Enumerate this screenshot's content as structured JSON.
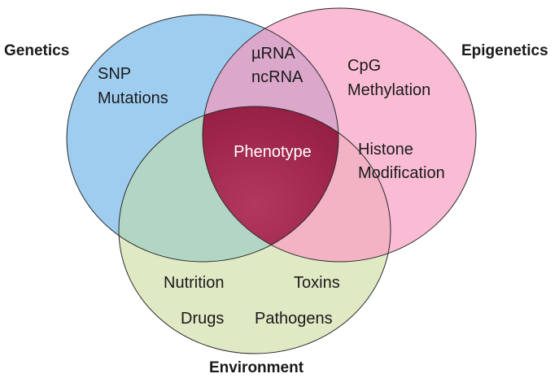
{
  "sets": {
    "genetics": {
      "label": "Genetics",
      "items": [
        "SNP",
        "Mutations"
      ],
      "color": "#9fcdf0"
    },
    "epigenetics": {
      "label": "Epigenetics",
      "items": [
        "CpG",
        "Methylation",
        "Histone",
        "Modification"
      ],
      "color": "#f9bcd4"
    },
    "environment": {
      "label": "Environment",
      "items": [
        "Nutrition",
        "Toxins",
        "Drugs",
        "Pathogens"
      ],
      "color": "#dfe9c4"
    }
  },
  "overlaps": {
    "genetics_epigenetics": {
      "items": [
        "µRNA",
        "ncRNA"
      ],
      "color": "#dba7ca"
    },
    "genetics_environment": {
      "color": "#b3d6c4"
    },
    "epigenetics_environment": {
      "color": "#f4b3c4"
    },
    "center": {
      "label": "Phenotype",
      "color": "#a3234c"
    }
  }
}
